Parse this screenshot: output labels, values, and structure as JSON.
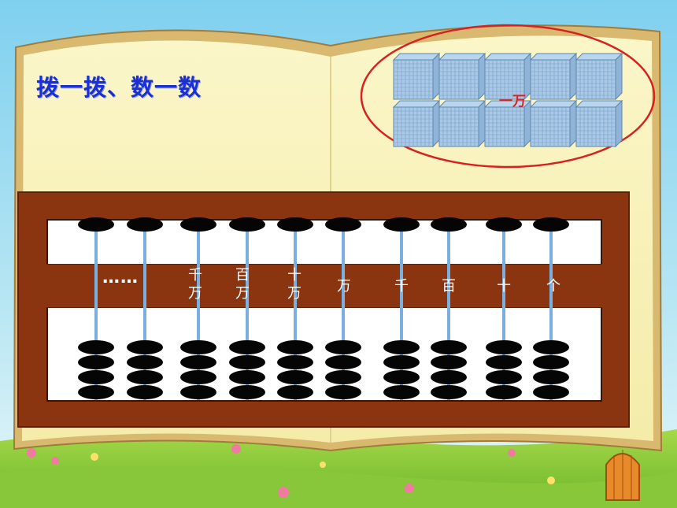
{
  "page": {
    "title": "拨一拨、数一数",
    "highlight_label": "一万"
  },
  "abacus": {
    "dots": "……",
    "places": [
      {
        "label": "千\n万"
      },
      {
        "label": "百\n万"
      },
      {
        "label": "十\n万"
      },
      {
        "label": "万"
      },
      {
        "label": "千"
      },
      {
        "label": "百"
      },
      {
        "label": "十"
      },
      {
        "label": "个"
      }
    ],
    "rods": 10,
    "upper_beads_per_rod": 1,
    "lower_beads_per_rod": 4
  },
  "colors": {
    "title": "#1a2fd6",
    "frame": "#8b3410",
    "bead": "#050505",
    "rod": "#7ab0e0",
    "highlight": "#e0201e"
  }
}
